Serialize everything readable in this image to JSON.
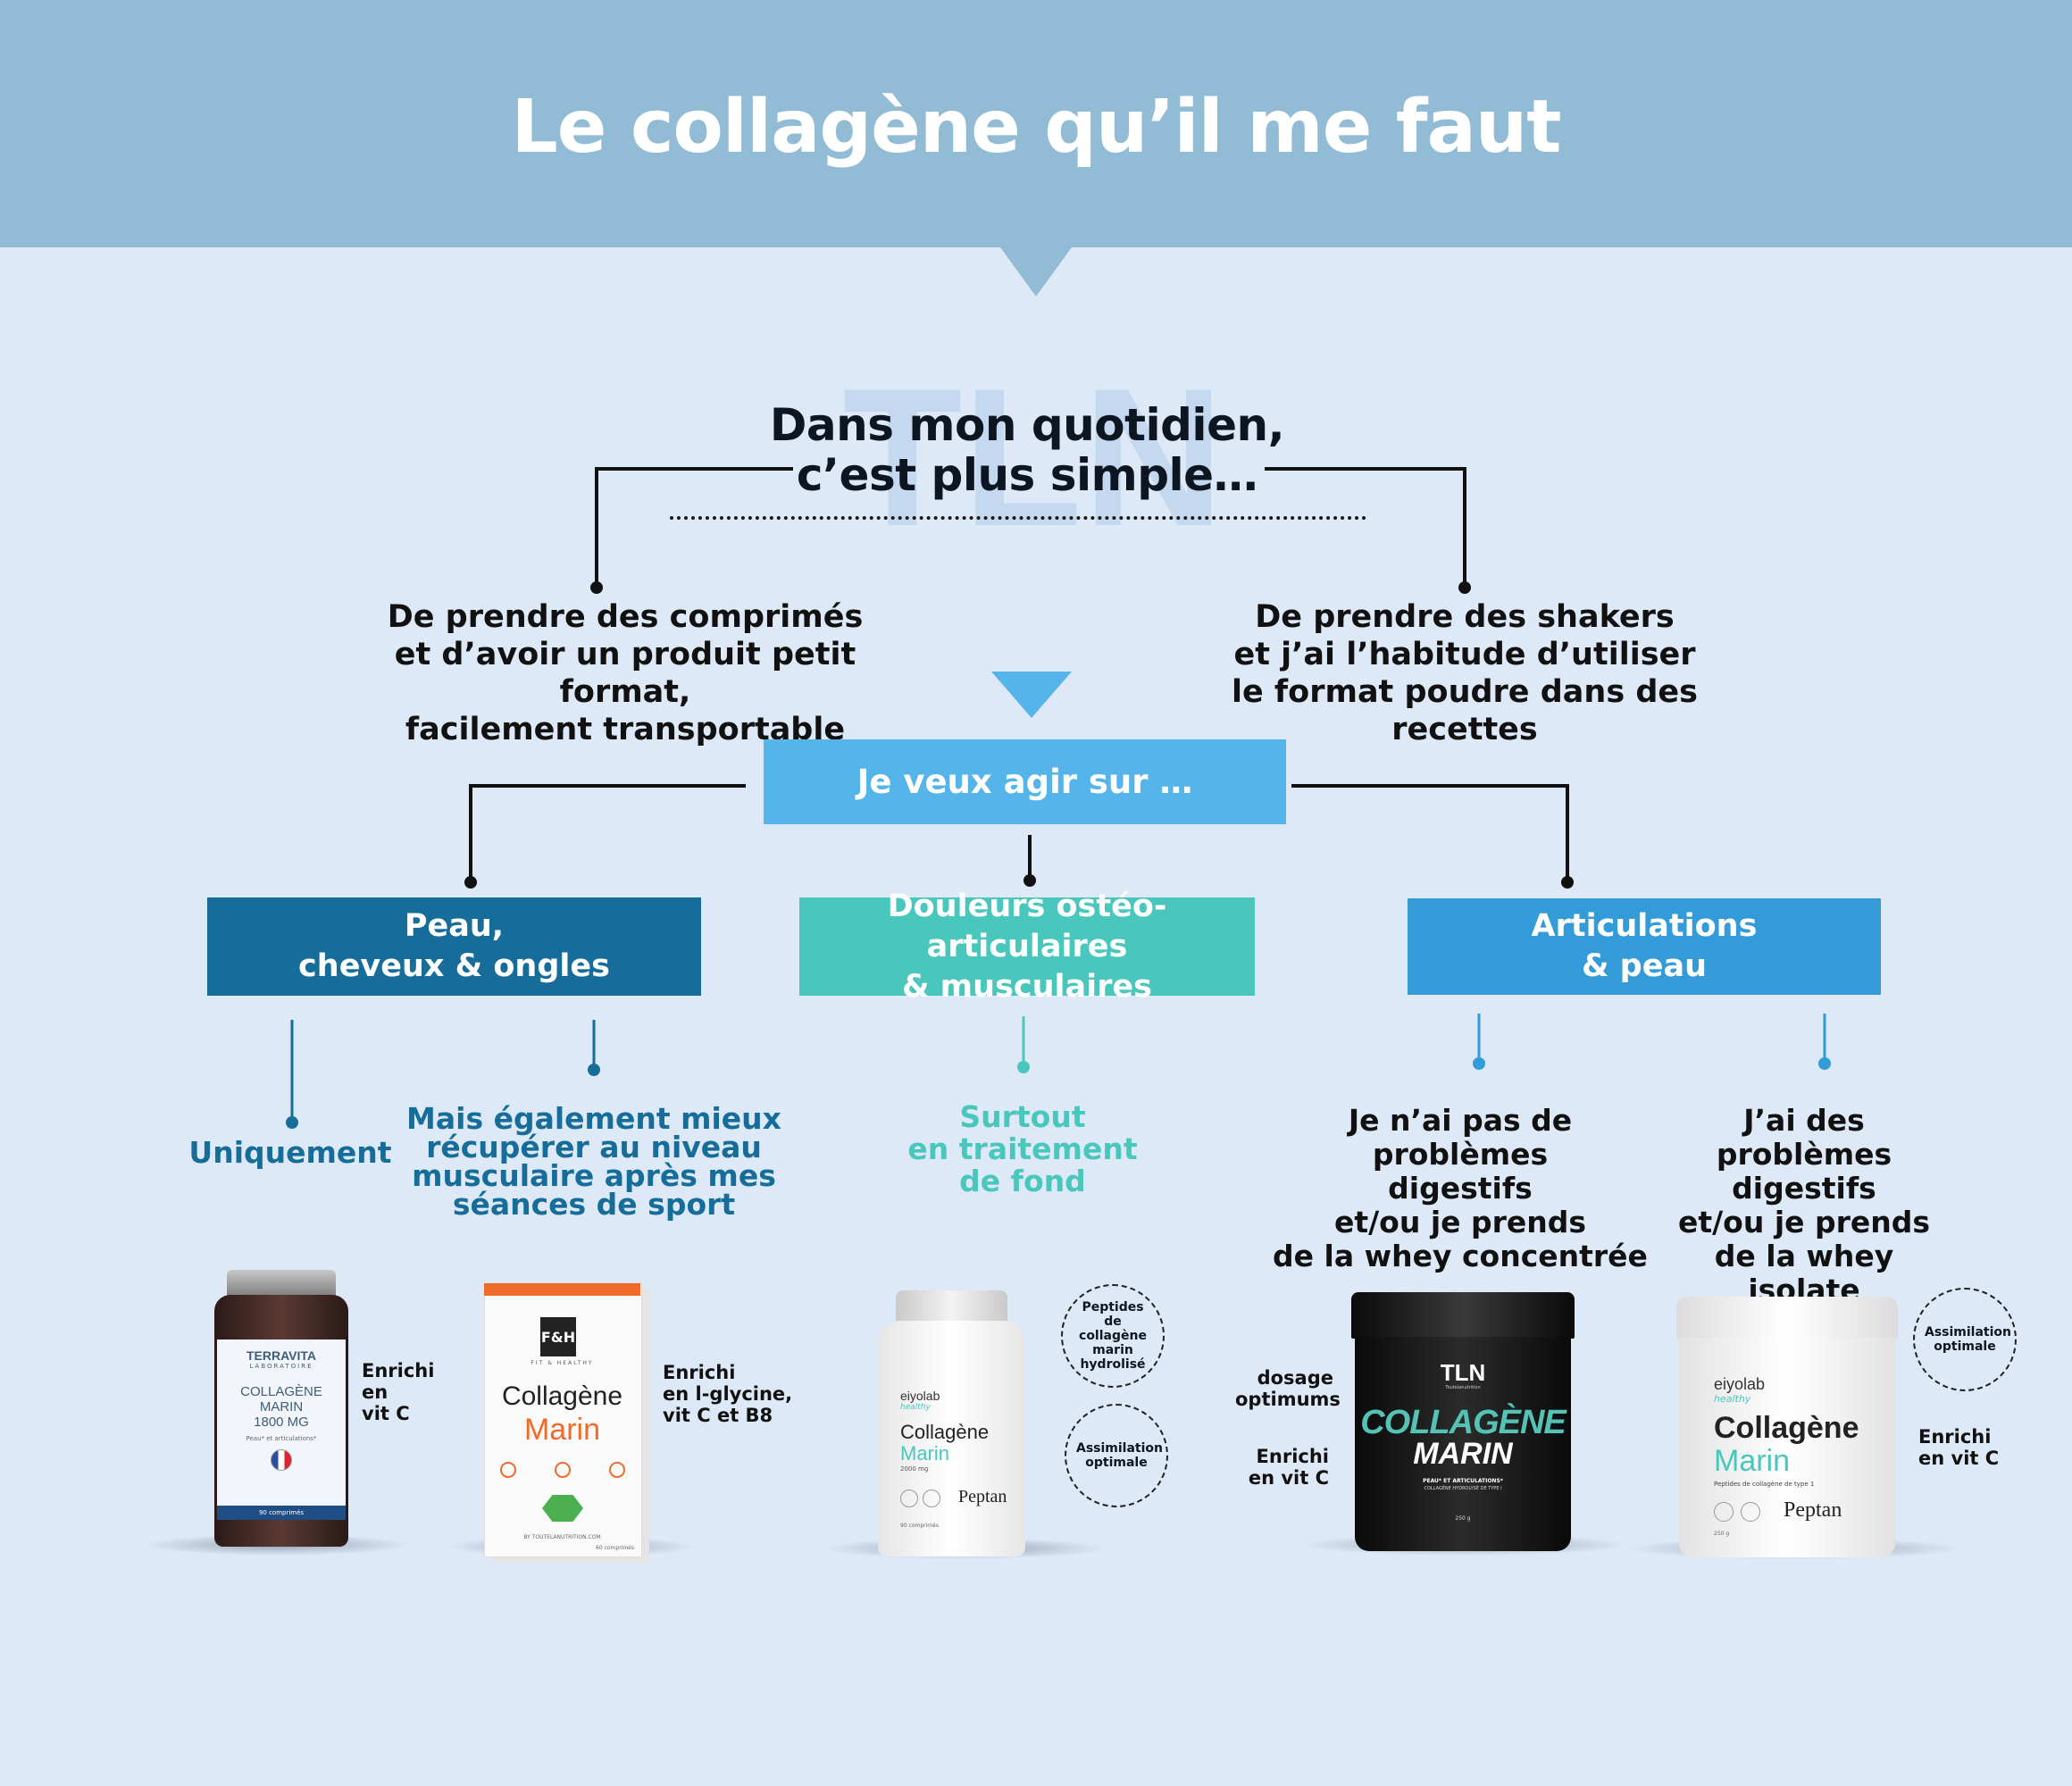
{
  "header": {
    "title": "Le collagène qu’il me faut"
  },
  "watermark": {
    "text": "TLN"
  },
  "question": {
    "line1": "Dans mon quotidien,",
    "line2": "c’est plus simple…"
  },
  "options": {
    "left": [
      "De prendre des comprimés",
      "et d’avoir un produit petit format,",
      "facilement transportable"
    ],
    "right": [
      "De prendre des shakers",
      "et j’ai l’habitude d’utiliser",
      "le format poudre dans des recettes"
    ]
  },
  "action_box": {
    "label": "Je veux agir sur …",
    "color": "#55b5ea"
  },
  "categories": [
    {
      "line1": "Peau,",
      "line2": "cheveux & ongles",
      "color": "#176d9a"
    },
    {
      "line1": "Douleurs ostéo-articulaires",
      "line2": "& musculaires",
      "color": "#49c7bd"
    },
    {
      "line1": "Articulations",
      "line2": "& peau",
      "color": "#339bd8"
    }
  ],
  "subchoices": {
    "uniquement": "Uniquement",
    "mais_egalement": [
      "Mais également mieux",
      "récupérer au niveau",
      "musculaire après mes",
      "séances de sport"
    ],
    "surtout": [
      "Surtout",
      "en traitement",
      "de fond"
    ],
    "no_digest": [
      "Je n’ai pas de problèmes",
      "digestifs",
      "et/ou je prends",
      "de la whey concentrée"
    ],
    "digest": [
      "J’ai des problèmes",
      "digestifs",
      "et/ou je prends",
      "de la whey isolate"
    ]
  },
  "products": {
    "terravita": {
      "brand": "TERRAVITA",
      "brand_sub": "LABORATOIRE",
      "name1": "COLLAGÈNE",
      "name2": "MARIN",
      "dose": "1800 MG",
      "desc": "Peau* et articulations*",
      "count": "90 comprimés",
      "note": [
        "Enrichi",
        "en",
        "vit C"
      ]
    },
    "fh": {
      "brand": "F&H",
      "brand_sub": "FIT & HEALTHY",
      "name1": "Collagène",
      "name2": "Marin",
      "count": "60 comprimés",
      "url": "BY TOUTELANUTRITION.COM",
      "note": [
        "Enrichi",
        "en l-glycine,",
        "vit C et B8"
      ]
    },
    "eiyolab_caps": {
      "brand": "eiyolab",
      "brand_sub": "healthy",
      "name1": "Collagène",
      "name2": "Marin",
      "dose": "2000 mg",
      "count": "90 comprimés",
      "peptan": "Peptan",
      "badge1": "Peptides de collagène marin hydrolisé",
      "badge2": "Assimilation optimale"
    },
    "tln": {
      "brand": "TLN",
      "brand_sub": "Toutelanutrition",
      "name1": "COLLAGÈNE",
      "name2": "MARIN",
      "desc1": "PEAU* ET ARTICULATIONS*",
      "desc2": "COLLAGÈNE HYDROLYSÉ DE TYPE I",
      "weight": "250 g",
      "note1": [
        "dosage",
        "optimums"
      ],
      "note2": [
        "Enrichi",
        "en vit C"
      ]
    },
    "eiyolab_powder": {
      "brand": "eiyolab",
      "brand_sub": "healthy",
      "name1": "Collagène",
      "name2": "Marin",
      "desc": "Peptides de collagène de type 1",
      "weight": "250 g",
      "peptan": "Peptan",
      "badge": "Assimilation optimale",
      "note": [
        "Enrichi",
        "en vit C"
      ]
    }
  }
}
